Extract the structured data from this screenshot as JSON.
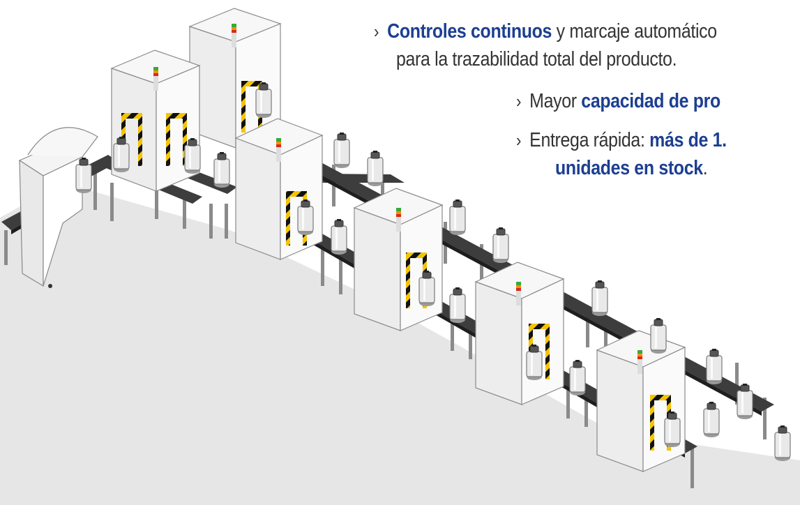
{
  "colors": {
    "accent_blue": "#1d3f91",
    "text_gray": "#333333",
    "cabinet": "#f2f2f2",
    "conveyor": "#3d3d3d",
    "hazard_yellow": "#f5c400",
    "hazard_black": "#111111",
    "light_green": "#3aa83a",
    "light_orange": "#f39200",
    "light_red": "#d52b1e"
  },
  "bullets": [
    {
      "bold": "Controles continuos",
      "text": " y marcaje automático",
      "line2": "para la trazabilidad total del producto."
    },
    {
      "text": "Mayor ",
      "bold": "capacidad de pro"
    },
    {
      "text": "Entrega rápida: ",
      "bold": "más de 1.",
      "line2_bold": "unidades en stock",
      "line2_tail": "."
    }
  ],
  "icons": {
    "bullet": "chevron-right-icon"
  }
}
